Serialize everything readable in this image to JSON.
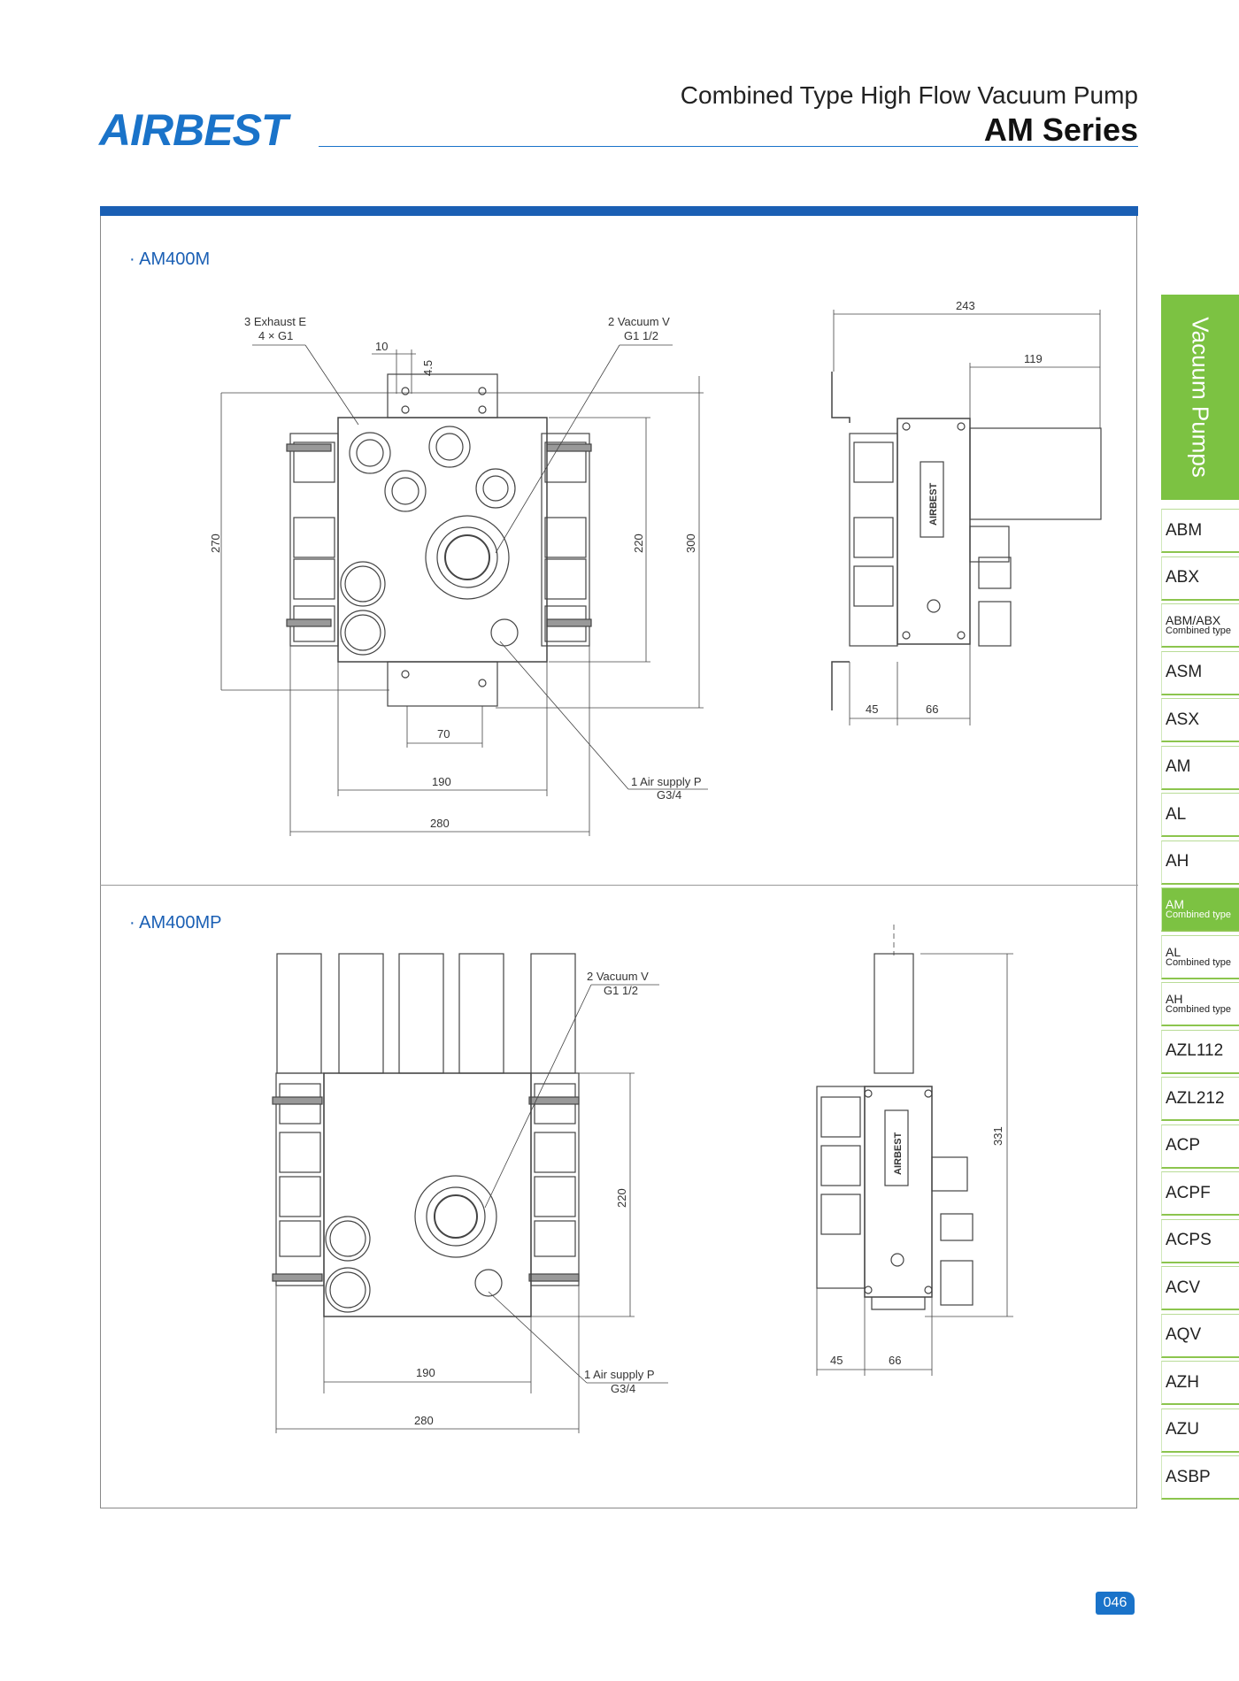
{
  "header": {
    "logo": "AIRBEST",
    "subtitle": "Combined Type High Flow Vacuum Pump",
    "title": "AM Series"
  },
  "section1": {
    "title": "· AM400M",
    "labels": {
      "exhaust": "3 Exhaust E",
      "exhaust_port": "4 × G1",
      "vacuum": "2 Vacuum V",
      "vacuum_port": "G1 1/2",
      "air_supply": "1 Air supply P",
      "air_port": "G3/4",
      "brand_mark": "AIRBEST"
    },
    "dims": {
      "d10": "10",
      "d4_5": "4.5",
      "d270": "270",
      "d220": "220",
      "d300": "300",
      "d70": "70",
      "d190": "190",
      "d280": "280",
      "d243": "243",
      "d119": "119",
      "d45": "45",
      "d66": "66"
    }
  },
  "section2": {
    "title": "· AM400MP",
    "labels": {
      "vacuum": "2 Vacuum V",
      "vacuum_port": "G1 1/2",
      "air_supply": "1 Air supply P",
      "air_port": "G3/4",
      "brand_mark": "AIRBEST"
    },
    "dims": {
      "d220": "220",
      "d190": "190",
      "d280": "280",
      "d331": "331",
      "d45": "45",
      "d66": "66"
    }
  },
  "sidebar": {
    "category": "Vacuum Pumps",
    "items": [
      {
        "label": "ABM",
        "sub": ""
      },
      {
        "label": "ABX",
        "sub": ""
      },
      {
        "label": "ABM/ABX",
        "sub": "Combined type"
      },
      {
        "label": "ASM",
        "sub": ""
      },
      {
        "label": "ASX",
        "sub": ""
      },
      {
        "label": "AM",
        "sub": ""
      },
      {
        "label": "AL",
        "sub": ""
      },
      {
        "label": "AH",
        "sub": ""
      },
      {
        "label": "AM",
        "sub": "Combined type",
        "active": true
      },
      {
        "label": "AL",
        "sub": "Combined type"
      },
      {
        "label": "AH",
        "sub": "Combined type"
      },
      {
        "label": "AZL112",
        "sub": ""
      },
      {
        "label": "AZL212",
        "sub": ""
      },
      {
        "label": "ACP",
        "sub": ""
      },
      {
        "label": "ACPF",
        "sub": ""
      },
      {
        "label": "ACPS",
        "sub": ""
      },
      {
        "label": "ACV",
        "sub": ""
      },
      {
        "label": "AQV",
        "sub": ""
      },
      {
        "label": "AZH",
        "sub": ""
      },
      {
        "label": "AZU",
        "sub": ""
      },
      {
        "label": "ASBP",
        "sub": ""
      }
    ]
  },
  "page_number": "046",
  "colors": {
    "brand_blue": "#1a73c9",
    "section_blue": "#1a5fb4",
    "tab_green": "#7cc242"
  }
}
